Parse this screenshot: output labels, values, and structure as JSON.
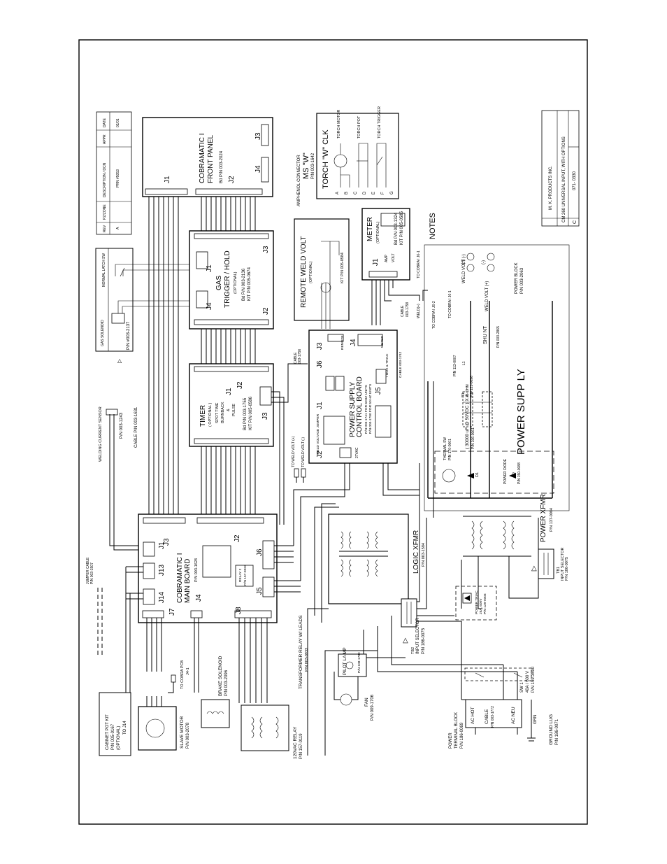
{
  "rev_table": {
    "headers": [
      "REV",
      "PZ/ZONE",
      "DESCRIPTION / DCN",
      "APPR",
      "DATE"
    ],
    "row": [
      "A",
      "",
      "PRN #5053",
      "",
      "02/01"
    ]
  },
  "title_block": {
    "company": "M. K. PRODUCTS INC.",
    "title": "CM 260 UNIVERSAL INPUT, WITH OPTIONS",
    "drawing_no": "071- 0330",
    "rev": "C"
  },
  "notes_label": "NOTES",
  "front_panel": {
    "title1": "COBRAMATIC I",
    "title2": "FRONT PANEL",
    "part": "Bd P/N 003-2024",
    "j1": "J1",
    "j2": "J2",
    "j3": "J3",
    "j4": "J4"
  },
  "amphenol": {
    "label": "AMPHENOL CONNECTOR",
    "ms": "MS \"W\"",
    "part": "P/N 003-1642"
  },
  "torch_clk": {
    "title": "TORCH \"W\" CLK",
    "pins": [
      "A",
      "B",
      "C",
      "D",
      "E",
      "F",
      "G"
    ],
    "motor": "TORCH MOTOR",
    "pot": "TORCH POT",
    "trigger": "TORCH TRIGGER"
  },
  "gas_solenoid": {
    "label": "GAS SOLENOID",
    "part": "P/N #003-2137",
    "latch": "NORMAL LATCH SW"
  },
  "gas_trigger": {
    "title1": "GAS",
    "title2": "TRIGGER / HOLD",
    "optional": "(OPTIONAL)",
    "bd": "Bd P/N 003-2136",
    "kit": "KIT P/N 005-0674",
    "j1": "J1",
    "j2": "J2",
    "j3": "J3",
    "j4": "J4"
  },
  "remote_weld_volt": {
    "title": "REMOTE WELD VOLT",
    "optional": "(OPTIONAL)",
    "kit": "KIT P/N 005-0584"
  },
  "meter": {
    "title": "METER",
    "optional": "(OPTIONAL)",
    "bd": "Bd P/N 003-1324",
    "kit": "KIT P/N 005-0585",
    "amp": "AMP",
    "volt": "VOLT",
    "j1": "J1",
    "to": "TO COBRA I J6-1"
  },
  "weld_current_sensor": {
    "label": "WELDING CURRENT SENSOR",
    "part": "P/N 003-1243",
    "cable": "CABLE P/N 003-1631"
  },
  "timer": {
    "title": "TIMER",
    "optional": "( OPTIONAL )",
    "l1": "SPOT TIME",
    "l2": "BURNBACK",
    "l3": "&",
    "l4": "PULSE",
    "bd": "Bd P/N 003-1755",
    "kit": "KIT P/N 005-0586",
    "j1": "J1",
    "j2": "J2",
    "j3": "J3"
  },
  "power_supply_cb": {
    "title1": "POWER SUPPLY",
    "title2": "CONTROL BOARD",
    "pn1": "P/N 003-1741 FOR 60HZ UNITS",
    "pn2": "P/N 003-1790 FOR 50 HZ UNITS",
    "cable1": "CABLE",
    "cable1_pn": "003-1756",
    "j1": "J1",
    "j2": "J2",
    "j3": "J3",
    "j4": "J4",
    "j5": "J5",
    "j6": "J6",
    "remote": "REMOTE",
    "meter": "METER",
    "vac": "27VAC",
    "weld_volt_jumper": "WELD VOLTAGE JUMPER",
    "to_weld_volt_plus": "TO WELD VOLT (+)",
    "to_weld_volt_minus": "TO WELD VOLT (-)",
    "to_triac": "T BOX & TRIAC",
    "cable2": "CABLE 003-1742"
  },
  "cable_1758": {
    "label": "CABLE",
    "pn": "003-1758",
    "weld": "WELD(+)",
    "to1": "TO COBRA I J6-2",
    "to2": "TO COBRA I J6-1"
  },
  "power_supply": {
    "title": "POWER SUPP LY",
    "weld_volt": "WELD VOLT (+)",
    "weld_volt_minus": "WELD VOLT (-)",
    "plus": "(+)",
    "minus": "(-)",
    "power_block": "POWER BLOCK",
    "power_block_pn": "P/N 003-2063",
    "shunt": "SHU NT",
    "shunt_pn": "P/N 003-2865",
    "l1_pn": "P/N 113-0007",
    "l1": "L1",
    "r1": "R1",
    "r1_val": "25 OHM",
    "r1_pn": "P/N 131-0096",
    "caps": "( 30000 uF @ 50VDC ) X 4",
    "caps_pn": "P/N 106-0061",
    "thermal": "THERMAL SW",
    "thermal_pn": "P/N 170-0001",
    "d1": "D1",
    "d2": "D2",
    "diode": "POWER DIODE",
    "diode_pn": "P/N 150-0088"
  },
  "power_xfmr": {
    "title": "POWER XFMR",
    "pn": "P/N 137-0084"
  },
  "input_selector_tb1": {
    "tb": "TB1",
    "label": "INPUT SELECTOR",
    "pn": "P/N 186-0075"
  },
  "logic_xfmr": {
    "title": "LOGIC XFMR",
    "pn": "P/N 003-1584"
  },
  "input_selector_tb2": {
    "tb": "TB2",
    "label": "INPUT SELECTOR",
    "pn": "P/N 186-0075"
  },
  "power_triac": {
    "label": "POWER TRIAC",
    "rating": "25A, 600V",
    "pn": "P/N 129-0003"
  },
  "cobra_main": {
    "title1": "COBRAMATIC I",
    "title2": "MAIN BOARD",
    "pn": "P/N 003-1628",
    "relay": "RELAY 2",
    "relay_pn": "P/N 157-0022",
    "j1": "J1",
    "j2": "J2",
    "j3": "J3",
    "j4": "J4",
    "j5": "J5",
    "j6": "J6",
    "j7": "J7",
    "j8": "J8",
    "j13": "J13",
    "j14": "J14",
    "jumper": "JUMPER CABLE",
    "jumper_pn": "P/N 003-1507"
  },
  "cabinet_pot": {
    "title": "CABINET POT KIT",
    "pn": "P/N 005-0167",
    "optional": "(OPTIONAL)",
    "to": "TO J14"
  },
  "slave_motor": {
    "label": "SLAVE MOTOR",
    "pn": "P/N 003-2078",
    "to": "TO COBRA PCB",
    "j": "J4-1"
  },
  "brake": {
    "label": "BRAKE SOLENOID",
    "pn": "P/N 003-2096"
  },
  "relay_120": {
    "label": "120VAC RELAY",
    "pn": "P/N 157-0119"
  },
  "transformer_relay": {
    "label": "TRANSFORMER RELAY W/ LEADS",
    "pn": "P/N 003-0933"
  },
  "fan": {
    "label": "FAN",
    "pn": "P/N 009-1706"
  },
  "pilot_lamp": {
    "label": "PILOT LA MP",
    "pn": "P/N 108-1780"
  },
  "sw1": {
    "label": "SW 1",
    "rating": "40A / 600 V",
    "pn": "P/N 159-3590"
  },
  "terminal_block": {
    "l1": "POWER",
    "l2": "TERMINAL BLOCK",
    "pn": "P/N 186-0069",
    "ac_hot": "AC HOT",
    "cable": "CABLE",
    "cable_pn": "P/N 003-1772",
    "ac_neu": "AC NEU"
  },
  "ground": {
    "grn": "GRN",
    "label": "GROUND LUG",
    "pn": "P/N 186-0071"
  }
}
